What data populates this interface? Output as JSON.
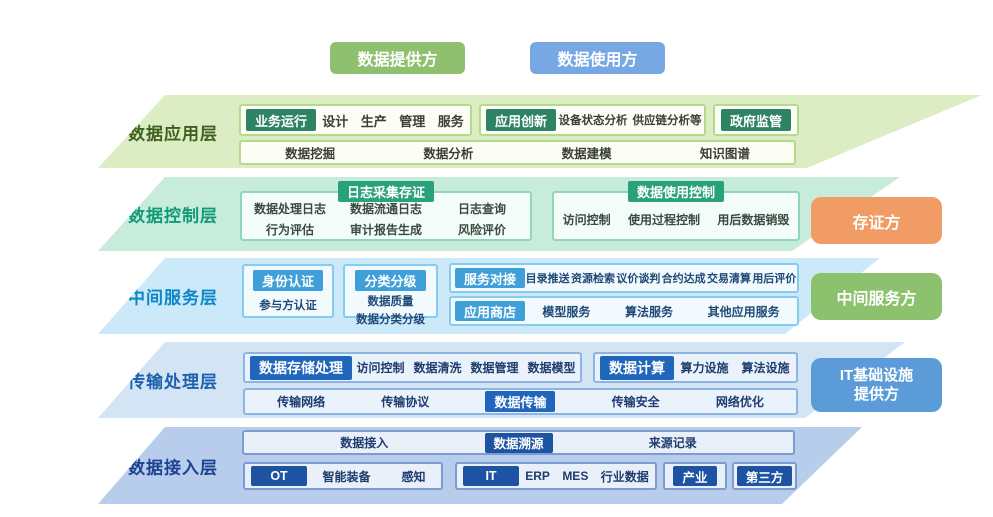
{
  "legend": {
    "provider": "数据提供方",
    "consumer": "数据使用方"
  },
  "side_labels": {
    "evidence": "存证方",
    "middle_service": "中间服务方",
    "it_infra": "IT基础设施\n提供方"
  },
  "layers": {
    "app": {
      "title": "数据应用层",
      "box_business": {
        "tab": "业务运行",
        "items": [
          "设计",
          "生产",
          "管理",
          "服务"
        ]
      },
      "box_innovation": {
        "tab": "应用创新",
        "items": [
          "设备状态分析",
          "供应链分析等"
        ]
      },
      "box_gov": {
        "tab": "政府监管"
      },
      "box_bottom": {
        "items": [
          "数据挖掘",
          "数据分析",
          "数据建模",
          "知识图谱"
        ]
      }
    },
    "control": {
      "title": "数据控制层",
      "box_log": {
        "tab": "日志采集存证",
        "cols": [
          [
            "数据处理日志",
            "行为评估"
          ],
          [
            "数据流通日志",
            "审计报告生成"
          ],
          [
            "日志查询",
            "风险评价"
          ]
        ]
      },
      "box_usage": {
        "tab": "数据使用控制",
        "items": [
          "访问控制",
          "使用过程控制",
          "用后数据销毁"
        ]
      }
    },
    "middle": {
      "title": "中间服务层",
      "box_identity": {
        "tab": "身份认证",
        "items": [
          "参与方认证"
        ]
      },
      "box_classify": {
        "tab": "分类分级",
        "items": [
          "数据质量",
          "数据分类分级"
        ]
      },
      "box_service": {
        "tab": "服务对接",
        "items": [
          "目录推送",
          "资源检索",
          "议价谈判",
          "合约达成",
          "交易清算",
          "用后评价"
        ]
      },
      "box_appstore": {
        "tab": "应用商店",
        "items": [
          "模型服务",
          "算法服务",
          "其他应用服务"
        ]
      }
    },
    "transport": {
      "title": "传输处理层",
      "box_storage": {
        "tab": "数据存储处理",
        "items": [
          "访问控制",
          "数据清洗",
          "数据管理",
          "数据模型"
        ]
      },
      "box_compute": {
        "tab": "数据计算",
        "items": [
          "算力设施",
          "算法设施"
        ]
      },
      "box_transfer": {
        "tab": "数据传输",
        "pre_items": [
          "传输网络",
          "传输协议"
        ],
        "post_items": [
          "传输安全",
          "网络优化"
        ]
      }
    },
    "access": {
      "title": "数据接入层",
      "box_top": {
        "left_item": "数据接入",
        "tab": "数据溯源",
        "right_item": "来源记录"
      },
      "box_ot": {
        "tab": "OT",
        "items": [
          "智能装备",
          "感知"
        ]
      },
      "box_it": {
        "tab": "IT",
        "items": [
          "ERP",
          "MES",
          "行业数据"
        ]
      },
      "box_industry": {
        "tab": "产业"
      },
      "box_third": {
        "tab": "第三方"
      }
    }
  },
  "colors": {
    "band_app": "#dcedc4",
    "band_control": "#c7ecdc",
    "band_middle": "#cbe9f8",
    "band_transport": "#d3e4f5",
    "band_access": "#b8cdeb",
    "tab_app": "#2d8363",
    "tab_control": "#2aa17d",
    "tab_middle": "#3f9fd9",
    "tab_transport": "#2066ba",
    "tab_access": "#1e52a2",
    "pill_provider": "#8ec06f",
    "pill_consumer": "#77a8e3",
    "pill_evidence": "#f09c64",
    "pill_middle_service": "#8cc26d",
    "pill_it_infra": "#5b9bd8"
  }
}
